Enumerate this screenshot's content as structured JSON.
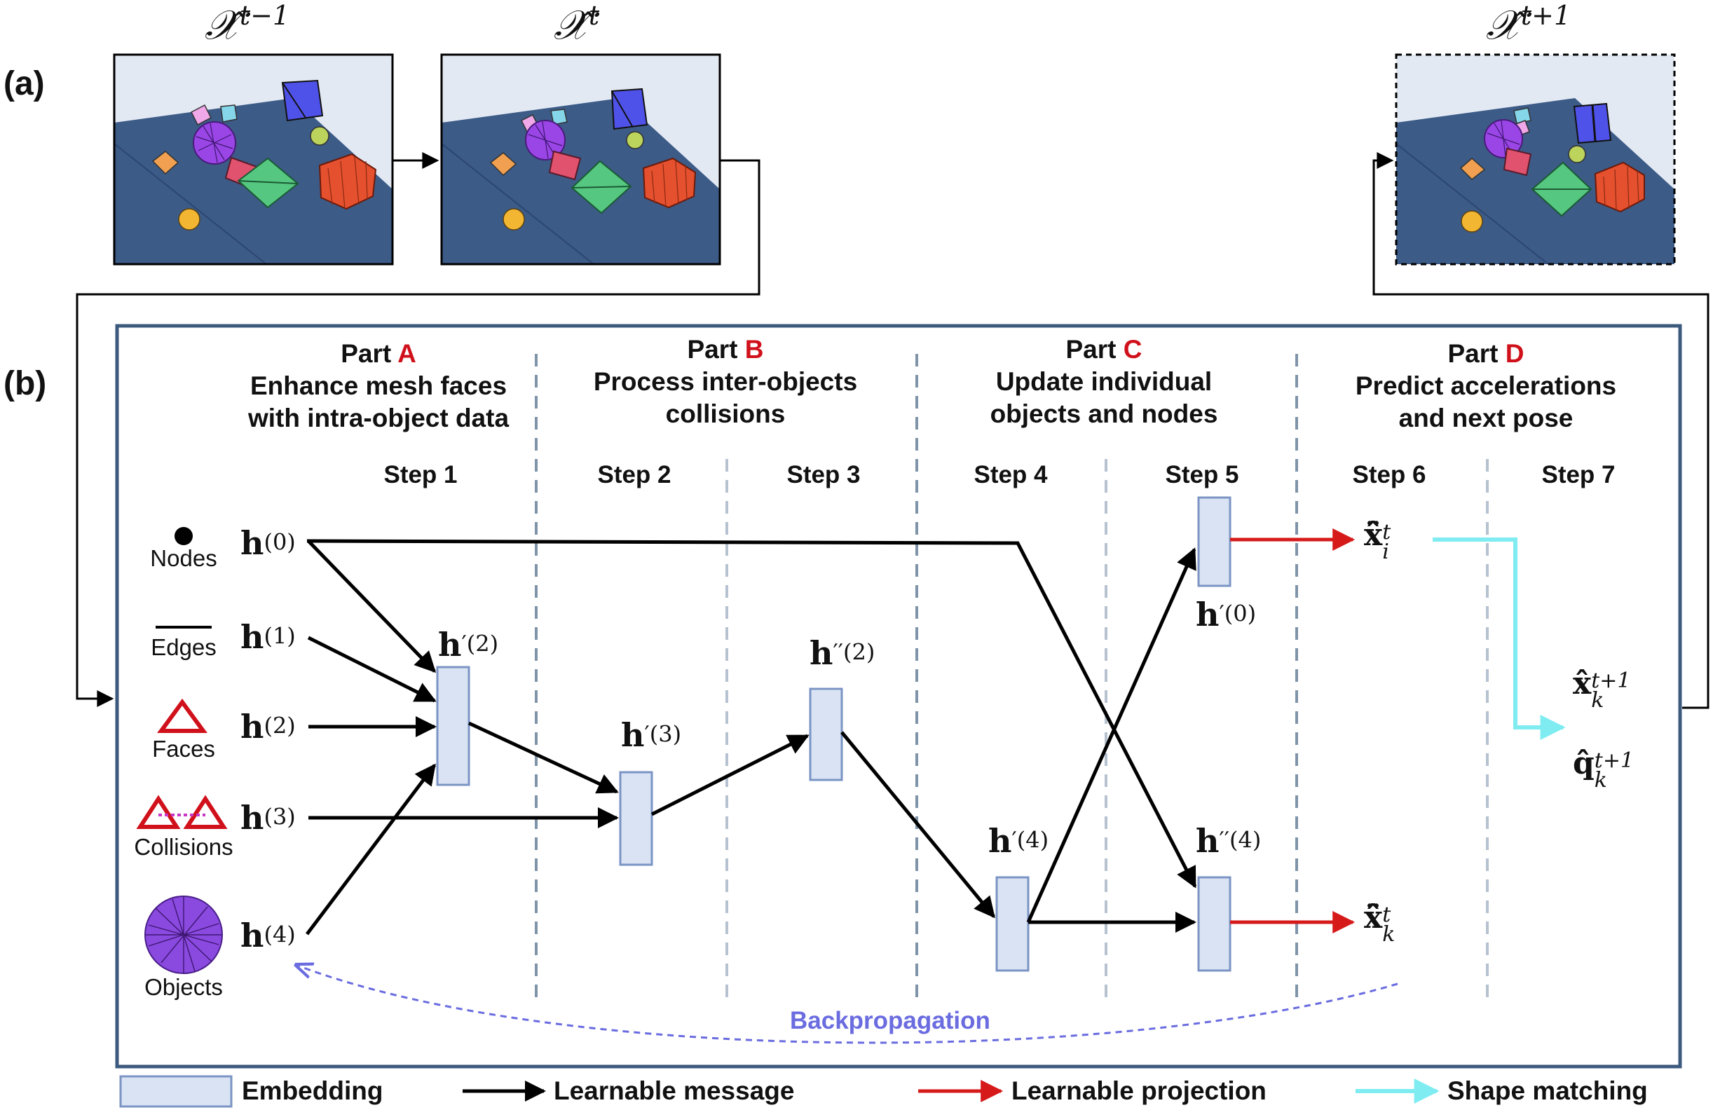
{
  "panels": {
    "a_label": "(a)",
    "b_label": "(b)"
  },
  "scene_titles": {
    "prev": {
      "base": "𝒳̂",
      "sup": "t−1"
    },
    "curr": {
      "base": "𝒳̂",
      "sup": "t"
    },
    "next": {
      "base": "𝒳̂",
      "sup": "t+1"
    }
  },
  "parts": [
    {
      "prefix": "Part ",
      "letter": "A",
      "line1": "Enhance mesh faces",
      "line2": "with intra-object data"
    },
    {
      "prefix": "Part ",
      "letter": "B",
      "line1": "Process inter-objects",
      "line2": "collisions"
    },
    {
      "prefix": "Part ",
      "letter": "C",
      "line1": "Update individual",
      "line2": "objects and nodes"
    },
    {
      "prefix": "Part ",
      "letter": "D",
      "line1": "Predict accelerations",
      "line2": "and next pose"
    }
  ],
  "steps": [
    "Step 1",
    "Step 2",
    "Step 3",
    "Step 4",
    "Step 5",
    "Step 6",
    "Step 7"
  ],
  "inputs": [
    {
      "name": "Nodes",
      "math": "h",
      "sup": "(0)",
      "icon": "dot-icon"
    },
    {
      "name": "Edges",
      "math": "h",
      "sup": "(1)",
      "icon": "line-icon"
    },
    {
      "name": "Faces",
      "math": "h",
      "sup": "(2)",
      "icon": "triangle-icon"
    },
    {
      "name": "Collisions",
      "math": "h",
      "sup": "(3)",
      "icon": "double-triangle-icon"
    },
    {
      "name": "Objects",
      "math": "h",
      "sup": "(4)",
      "icon": "geodesic-sphere-icon"
    }
  ],
  "embeddings": [
    {
      "id": "h-prime-2",
      "base": "h",
      "prime": "′",
      "sup": "(2)"
    },
    {
      "id": "h-prime-3",
      "base": "h",
      "prime": "′",
      "sup": "(3)"
    },
    {
      "id": "h-dprime-2",
      "base": "h",
      "prime": "′′",
      "sup": "(2)"
    },
    {
      "id": "h-prime-4",
      "base": "h",
      "prime": "′",
      "sup": "(4)"
    },
    {
      "id": "h-prime-0",
      "base": "h",
      "prime": "′",
      "sup": "(0)"
    },
    {
      "id": "h-dprime-4",
      "base": "h",
      "prime": "′′",
      "sup": "(4)"
    }
  ],
  "outputs": {
    "node_accel": {
      "base": "x̂̈",
      "sup": "t",
      "sub": "i"
    },
    "object_accel": {
      "base": "x̂̈",
      "sup": "t",
      "sub": "k"
    },
    "next_position": {
      "base": "x̂",
      "sup": "t+1",
      "sub": "k"
    },
    "next_rotation": {
      "base": "q̂",
      "sup": "t+1",
      "sub": "k"
    }
  },
  "backprop_label": "Backpropagation",
  "legend": [
    {
      "label": "Embedding",
      "icon": "embedding-box-icon"
    },
    {
      "label": "Learnable message",
      "icon": "black-arrow-icon"
    },
    {
      "label": "Learnable projection",
      "icon": "red-arrow-icon"
    },
    {
      "label": "Shape matching",
      "icon": "cyan-arrow-icon"
    }
  ],
  "colors": {
    "part_letter": "#d0101a",
    "frame": "#3c5a7e",
    "divider_major": "#7f94a8",
    "divider_minor": "#b6c2cf",
    "embedding_fill": "#d9e3f4",
    "embedding_stroke": "#7b94c4",
    "message_arrow": "#000000",
    "projection_arrow": "#d61a1a",
    "shape_matching_arrow": "#7fecf2",
    "backprop": "#6a6ce0",
    "scene_floor": "#3c5b87",
    "scene_sky": "#e3e9f3"
  }
}
